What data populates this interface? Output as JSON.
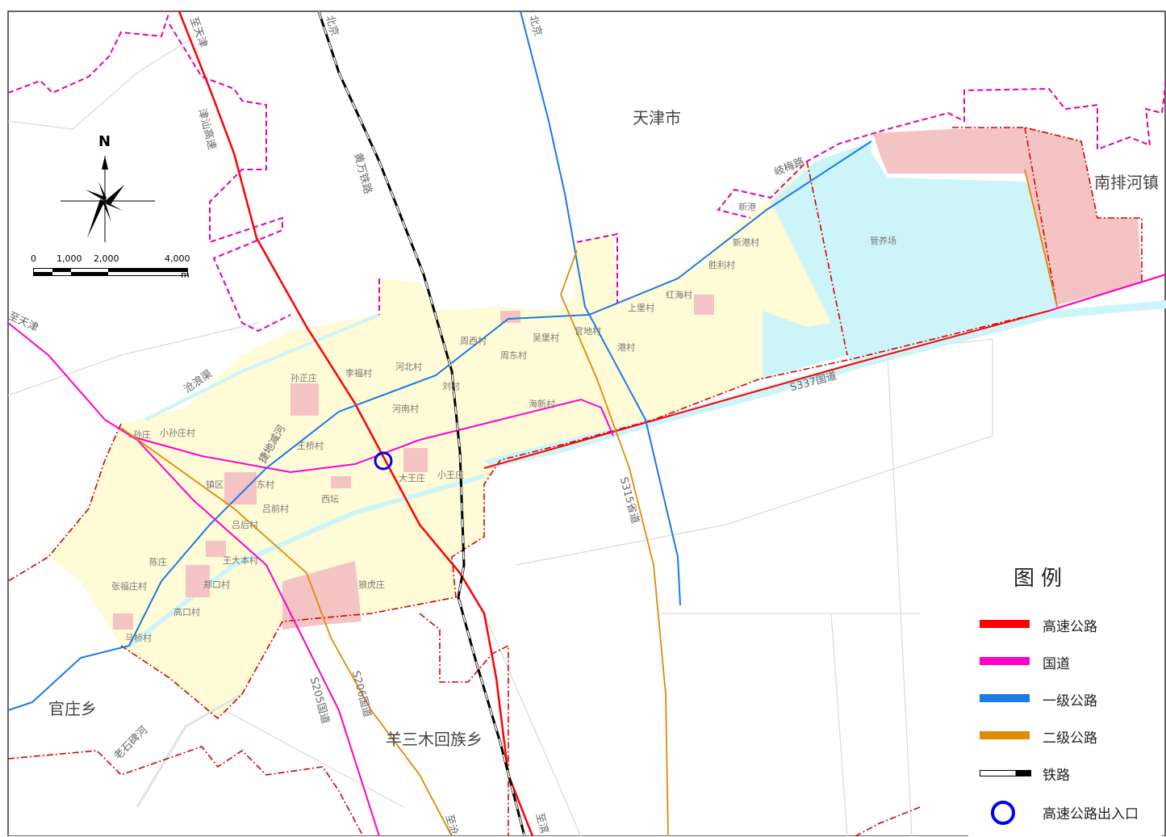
{
  "map": {
    "region_labels": {
      "tianjin": "天津市",
      "nanpaihe": "南排河镇",
      "guanzhuang": "官庄乡",
      "yangsanmu": "羊三木回族乡"
    },
    "road_labels": {
      "to_tianjin_top": "至天津",
      "jinshan": "津汕高速",
      "to_beijing_left": "北京",
      "to_beijing_right": "北京",
      "huangwan": "黄万铁路",
      "to_tianjin_left": "至天津",
      "cangliang": "沧浪渠",
      "qimei": "岐梅路",
      "s337": "S337国道",
      "s315": "S315省道",
      "s205": "S205国道",
      "s206": "S206国道",
      "laoshibei": "老石碑河",
      "jieya": "捷地减河",
      "to_bottom_right": "至滨",
      "to_bottom_mid": "至沧",
      "guanyang": "管养场"
    },
    "villages": [
      "小孙庄村",
      "孙庄",
      "孙正庄",
      "李福村",
      "河北村",
      "周西村",
      "吴堡村",
      "官地村",
      "周东村",
      "刘村",
      "河南村",
      "海新村",
      "王桥村",
      "镇区",
      "东村",
      "西坛",
      "大王庄",
      "小王庄",
      "吕前村",
      "吕后村",
      "陈庄",
      "王大本村",
      "郑口村",
      "张福庄村",
      "高口村",
      "马桥村",
      "狼虎庄",
      "新港村",
      "胜利村",
      "红海村",
      "新港",
      "港村",
      "上堡村"
    ],
    "compass_label": "N",
    "scale": {
      "ticks": [
        "0",
        "1,000",
        "2,000",
        "4,000"
      ],
      "unit": "m"
    }
  },
  "legend": {
    "title": "图例",
    "items": [
      {
        "label": "高速公路",
        "color": "#ff0000",
        "kind": "solid"
      },
      {
        "label": "国道",
        "color": "#ff00cc",
        "kind": "solid"
      },
      {
        "label": "一级公路",
        "color": "#1a7ae6",
        "kind": "solid"
      },
      {
        "label": "二级公路",
        "color": "#e08a00",
        "kind": "solid"
      },
      {
        "label": "铁路",
        "color": "#000000",
        "kind": "rail"
      },
      {
        "label": "高速公路出入口",
        "color": "#0000ee",
        "kind": "ring"
      }
    ]
  },
  "colors": {
    "town_area": "#fffbd6",
    "water": "#cdf5f9",
    "industrial": "#f4c4c4",
    "boundary": "#d40000",
    "admin_boundary": "#e000b0"
  }
}
